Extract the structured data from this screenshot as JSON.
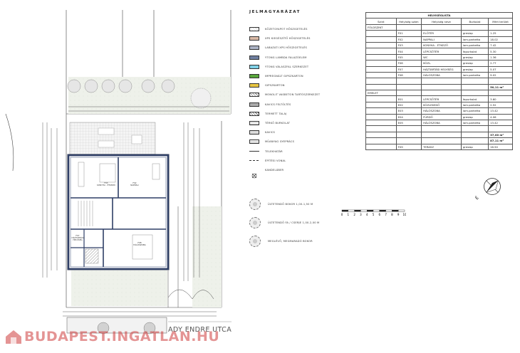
{
  "legend": {
    "title": "JELMAGYARÁZAT",
    "items": [
      {
        "label": "KŐZETGYAPOT HŐSZIGETELÉS",
        "pattern": "hatch",
        "color": "#d8d8d8"
      },
      {
        "label": "XPS KIEGÉSZÍTŐ HŐSZIGETELÉS",
        "pattern": "solid",
        "color": "#d9b9a6"
      },
      {
        "label": "LABAZATI XPS HŐSZIGETELÉS",
        "pattern": "solid",
        "color": "#aab2c4"
      },
      {
        "label": "YTONG LAMBDA FALAZÓELEM",
        "pattern": "solid",
        "color": "#6f7fa0"
      },
      {
        "label": "YTONG VÁLASZFAL SZERKEZET",
        "pattern": "solid",
        "color": "#7fd0e6"
      },
      {
        "label": "IMPREGNÁLT GIPSZKARTON",
        "pattern": "solid",
        "color": "#58a63c"
      },
      {
        "label": "GIPSZKARTON",
        "pattern": "solid",
        "color": "#e8c642"
      },
      {
        "label": "MONOLIT VASBETON TARTÓSZERKEZET",
        "pattern": "hatch",
        "color": "#8a8a8a"
      },
      {
        "label": "KAVICS FELTÖLTÉS",
        "pattern": "dots",
        "color": "#bdbdbd"
      },
      {
        "label": "TERMETT TALAJ",
        "pattern": "hatch",
        "color": "#6b6b6b"
      },
      {
        "label": "TÉRKŐ BURKOLAT",
        "pattern": "grid",
        "color": "#ffffff"
      },
      {
        "label": "KAVICS",
        "pattern": "dots",
        "color": "#ffffff"
      },
      {
        "label": "MŰANYAG GYEPRÁCS",
        "pattern": "grid",
        "color": "#ffffff"
      },
      {
        "label": "TELEKHATÁR",
        "pattern": "line",
        "color": "#333333"
      },
      {
        "label": "ÉPÍTÉSI VONAL",
        "pattern": "dashline",
        "color": "#333333"
      },
      {
        "label": "KANDELÁBER",
        "pattern": "symbol",
        "color": "#333333"
      }
    ],
    "trees": [
      {
        "label": "ÜLTETENDŐ BOKOR 1,00-1,50 M"
      },
      {
        "label": "ÜLTETENDŐ FA / CSERJE 1,00-2,00 M"
      },
      {
        "label": "MEGLÉVŐ, MEGMARADÓ BOKOR"
      }
    ]
  },
  "table": {
    "title": "HELYISÉGLISTA",
    "headers": [
      "Szint",
      "Helyiség szám",
      "Helyiség neve",
      "Burkolat",
      "Mért terület"
    ],
    "sections": [
      {
        "name": "FÖLDSZINT",
        "rows": [
          [
            "F01",
            "ELŐTÉR",
            "greslap",
            "1.25"
          ],
          [
            "F02",
            "NAPPALI",
            "lam.parketta",
            "18.02"
          ],
          [
            "F03",
            "KONYHA - ÉTKEZŐ",
            "lam.parketta",
            "7.42"
          ],
          [
            "F04",
            "LÉPCSŐTÉR",
            "fapurkolat",
            "5.30"
          ],
          [
            "F05",
            "WC",
            "greslap",
            "1.36"
          ],
          [
            "F06",
            "KÖZL.",
            "greslap",
            "2.77"
          ],
          [
            "F07",
            "HÁZTARTÁSI HELYISÉG",
            "greslap",
            "5.07"
          ],
          [
            "F08",
            "HÁLÓSZOBA",
            "lam.parketta",
            "9.02"
          ]
        ],
        "total": "50,11 m²"
      },
      {
        "name": "EMELET",
        "rows": [
          [
            "E01",
            "LÉPCSŐTÉR",
            "fapurkolat",
            "3.60"
          ],
          [
            "E02",
            "KÖZLEKEDŐ",
            "lam.parketta",
            "2.52"
          ],
          [
            "E03",
            "HÁLÓSZOBA",
            "lam.parketta",
            "13.42"
          ],
          [
            "E04",
            "FÜRDŐ",
            "greslap",
            "4.06"
          ],
          [
            "E05",
            "HÁLÓSZOBA",
            "lam.parketta",
            "13.42"
          ]
        ],
        "total": "37,00 m²",
        "grand_total": "87,11 m²"
      },
      {
        "name": "",
        "rows": [
          [
            "F09",
            "TERASZ",
            "greslap",
            "16.50"
          ]
        ]
      }
    ]
  },
  "scale": {
    "ticks": [
      "0",
      "1",
      "2",
      "3",
      "4",
      "5",
      "6",
      "7",
      "8",
      "9",
      "10"
    ]
  },
  "compass": {
    "label": "É"
  },
  "street": "ADY ENDRE UTCA",
  "watermark": "BUDAPEST.INGATLAN.HU",
  "rooms": [
    {
      "code": "F03",
      "name": "KONYHA - ÉTKEZŐ"
    },
    {
      "code": "F02",
      "name": "NAPPALI"
    },
    {
      "code": "F07",
      "name": "HÁZTARTÁSI HELYISÉG"
    },
    {
      "code": "F08",
      "name": "HÁLÓSZOBA"
    }
  ]
}
